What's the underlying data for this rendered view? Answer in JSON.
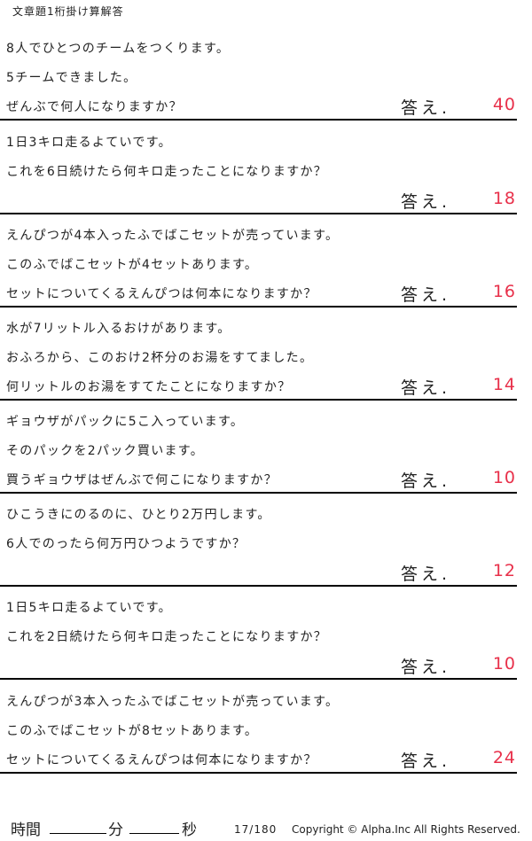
{
  "header": {
    "title": "文章題1桁掛け算解答"
  },
  "answer_label": "答え.",
  "problems": [
    {
      "lines": [
        "8人でひとつのチームをつくります。",
        "5チームできました。",
        "ぜんぶで何人になりますか？"
      ],
      "answer": "40"
    },
    {
      "lines": [
        "1日3キロ走るよていです。",
        "これを6日続けたら何キロ走ったことになりますか？",
        ""
      ],
      "answer": "18"
    },
    {
      "lines": [
        "えんぴつが4本入ったふでばこセットが売っています。",
        "このふでばこセットが4セットあります。",
        "セットについてくるえんぴつは何本になりますか？"
      ],
      "answer": "16"
    },
    {
      "lines": [
        "水が7リットル入るおけがあります。",
        "おふろから、このおけ2杯分のお湯をすてました。",
        "何リットルのお湯をすてたことになりますか？"
      ],
      "answer": "14"
    },
    {
      "lines": [
        "ギョウザがパックに5こ入っています。",
        "そのパックを2パック買います。",
        "買うギョウザはぜんぶで何こになりますか？"
      ],
      "answer": "10"
    },
    {
      "lines": [
        "ひこうきにのるのに、ひとり2万円します。",
        "6人でのったら何万円ひつようですか？",
        ""
      ],
      "answer": "12"
    },
    {
      "lines": [
        "1日5キロ走るよていです。",
        "これを2日続けたら何キロ走ったことになりますか？",
        ""
      ],
      "answer": "10"
    },
    {
      "lines": [
        "えんぴつが3本入ったふでばこセットが売っています。",
        "このふでばこセットが8セットあります。",
        "セットについてくるえんぴつは何本になりますか？"
      ],
      "answer": "24"
    }
  ],
  "footer": {
    "time_label": "時間",
    "minute_label": "分",
    "second_label": "秒",
    "page": "17/180",
    "copyright": "Copyright ©  Alpha.Inc All Rights Reserved."
  }
}
